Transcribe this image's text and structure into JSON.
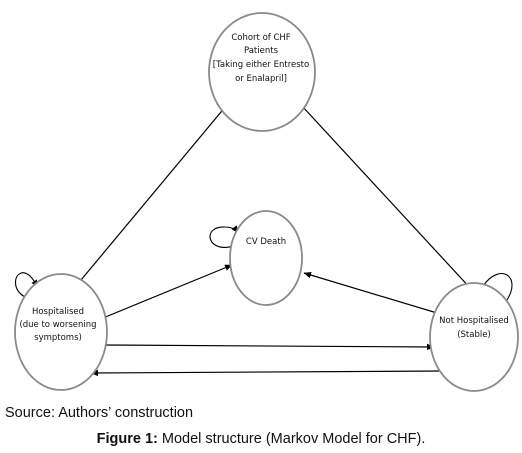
{
  "nodes": {
    "cohort": {
      "lines": [
        "Cohort of CHF",
        "Patients",
        "[Taking either Entresto",
        "or Enalapril]"
      ]
    },
    "cv_death": {
      "lines": [
        "CV Death"
      ]
    },
    "hospitalised": {
      "lines": [
        "Hospitalised",
        "(due to worsening",
        "symptoms)"
      ]
    },
    "not_hospitalised": {
      "lines": [
        "Not Hospitalised",
        "(Stable)"
      ]
    }
  },
  "source_text": "Source: Authors’ construction",
  "caption": {
    "label": "Figure 1:",
    "text": " Model structure (Markov Model for CHF)."
  }
}
